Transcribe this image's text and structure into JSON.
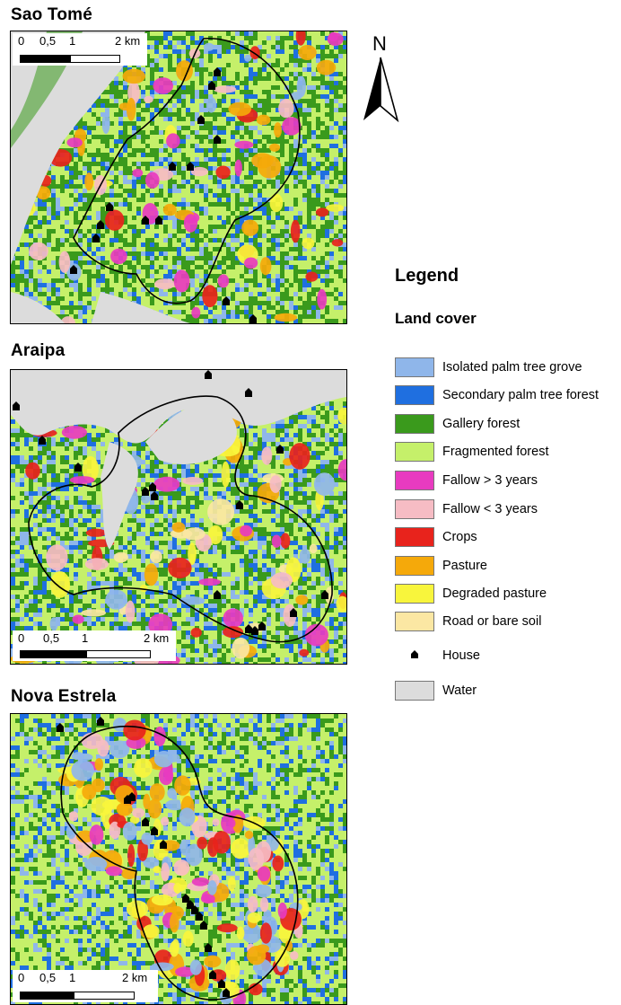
{
  "panels": [
    {
      "title": "Sao Tomé",
      "scale_labels": [
        "0",
        "0,5",
        "1",
        "2 km"
      ]
    },
    {
      "title": "Araipa",
      "scale_labels": [
        "0",
        "0,5",
        "1",
        "2 km"
      ]
    },
    {
      "title": "Nova Estrela",
      "scale_labels": [
        "0",
        "0,5",
        "1",
        "2 km"
      ]
    }
  ],
  "north_arrow": {
    "label": "N",
    "icon": "north-arrow-icon"
  },
  "legend": {
    "title": "Legend",
    "subtitle": "Land cover",
    "items": [
      {
        "label": "Isolated palm tree grove",
        "color": "#8fb6ea",
        "type": "swatch"
      },
      {
        "label": "Secondary palm tree forest",
        "color": "#1f6fe0",
        "type": "swatch"
      },
      {
        "label": "Gallery forest",
        "color": "#3a9a1c",
        "type": "swatch"
      },
      {
        "label": "Fragmented forest",
        "color": "#c5f06a",
        "type": "swatch"
      },
      {
        "label": "Fallow > 3 years",
        "color": "#e83bc0",
        "type": "swatch"
      },
      {
        "label": "Fallow <  3 years",
        "color": "#f6bcc4",
        "type": "swatch"
      },
      {
        "label": "Crops",
        "color": "#e8231c",
        "type": "swatch"
      },
      {
        "label": "Pasture",
        "color": "#f5a90a",
        "type": "swatch"
      },
      {
        "label": "Degraded pasture",
        "color": "#f8f53c",
        "type": "swatch"
      },
      {
        "label": "Road or bare soil",
        "color": "#fbe7a3",
        "type": "swatch"
      },
      {
        "label": "House",
        "color": "#000000",
        "type": "icon",
        "icon": "house-icon"
      },
      {
        "label": "Water",
        "color": "#dcdcdc",
        "type": "swatch"
      }
    ]
  }
}
